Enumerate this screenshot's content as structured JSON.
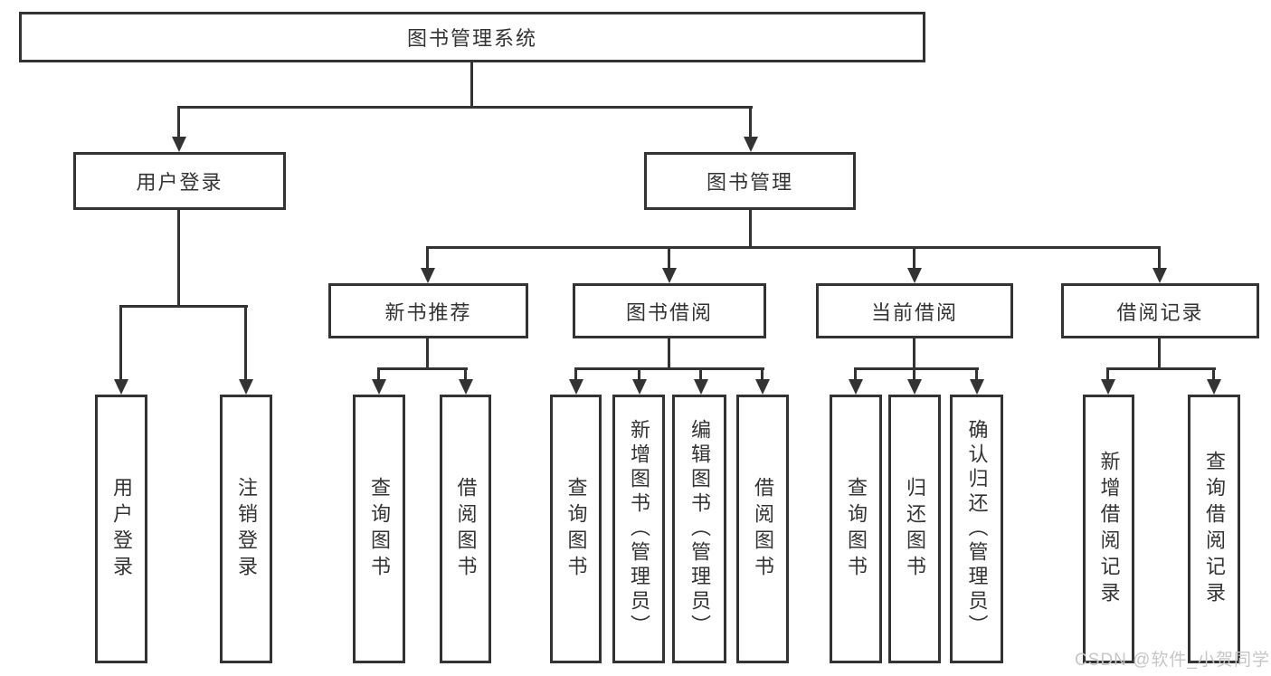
{
  "diagram_type": "hierarchy-tree",
  "colors": {
    "line": "#333333",
    "box_border": "#333333",
    "text": "#333333",
    "background": "#ffffff",
    "watermark": "#c6c6c6"
  },
  "tree": {
    "label": "图书管理系统",
    "children": [
      {
        "label": "用户登录",
        "children": [
          {
            "label": "用户登录"
          },
          {
            "label": "注销登录"
          }
        ]
      },
      {
        "label": "图书管理",
        "children": [
          {
            "label": "新书推荐",
            "children": [
              {
                "label": "查询图书"
              },
              {
                "label": "借阅图书"
              }
            ]
          },
          {
            "label": "图书借阅",
            "children": [
              {
                "label": "查询图书"
              },
              {
                "label": "新增图书（管理员）"
              },
              {
                "label": "编辑图书（管理员）"
              },
              {
                "label": "借阅图书"
              }
            ]
          },
          {
            "label": "当前借阅",
            "children": [
              {
                "label": "查询图书"
              },
              {
                "label": "归还图书"
              },
              {
                "label": "确认归还（管理员）"
              }
            ]
          },
          {
            "label": "借阅记录",
            "children": [
              {
                "label": "新增借阅记录"
              },
              {
                "label": "查询借阅记录"
              }
            ]
          }
        ]
      }
    ]
  },
  "watermark": "CSDN @软件_小贺同学"
}
